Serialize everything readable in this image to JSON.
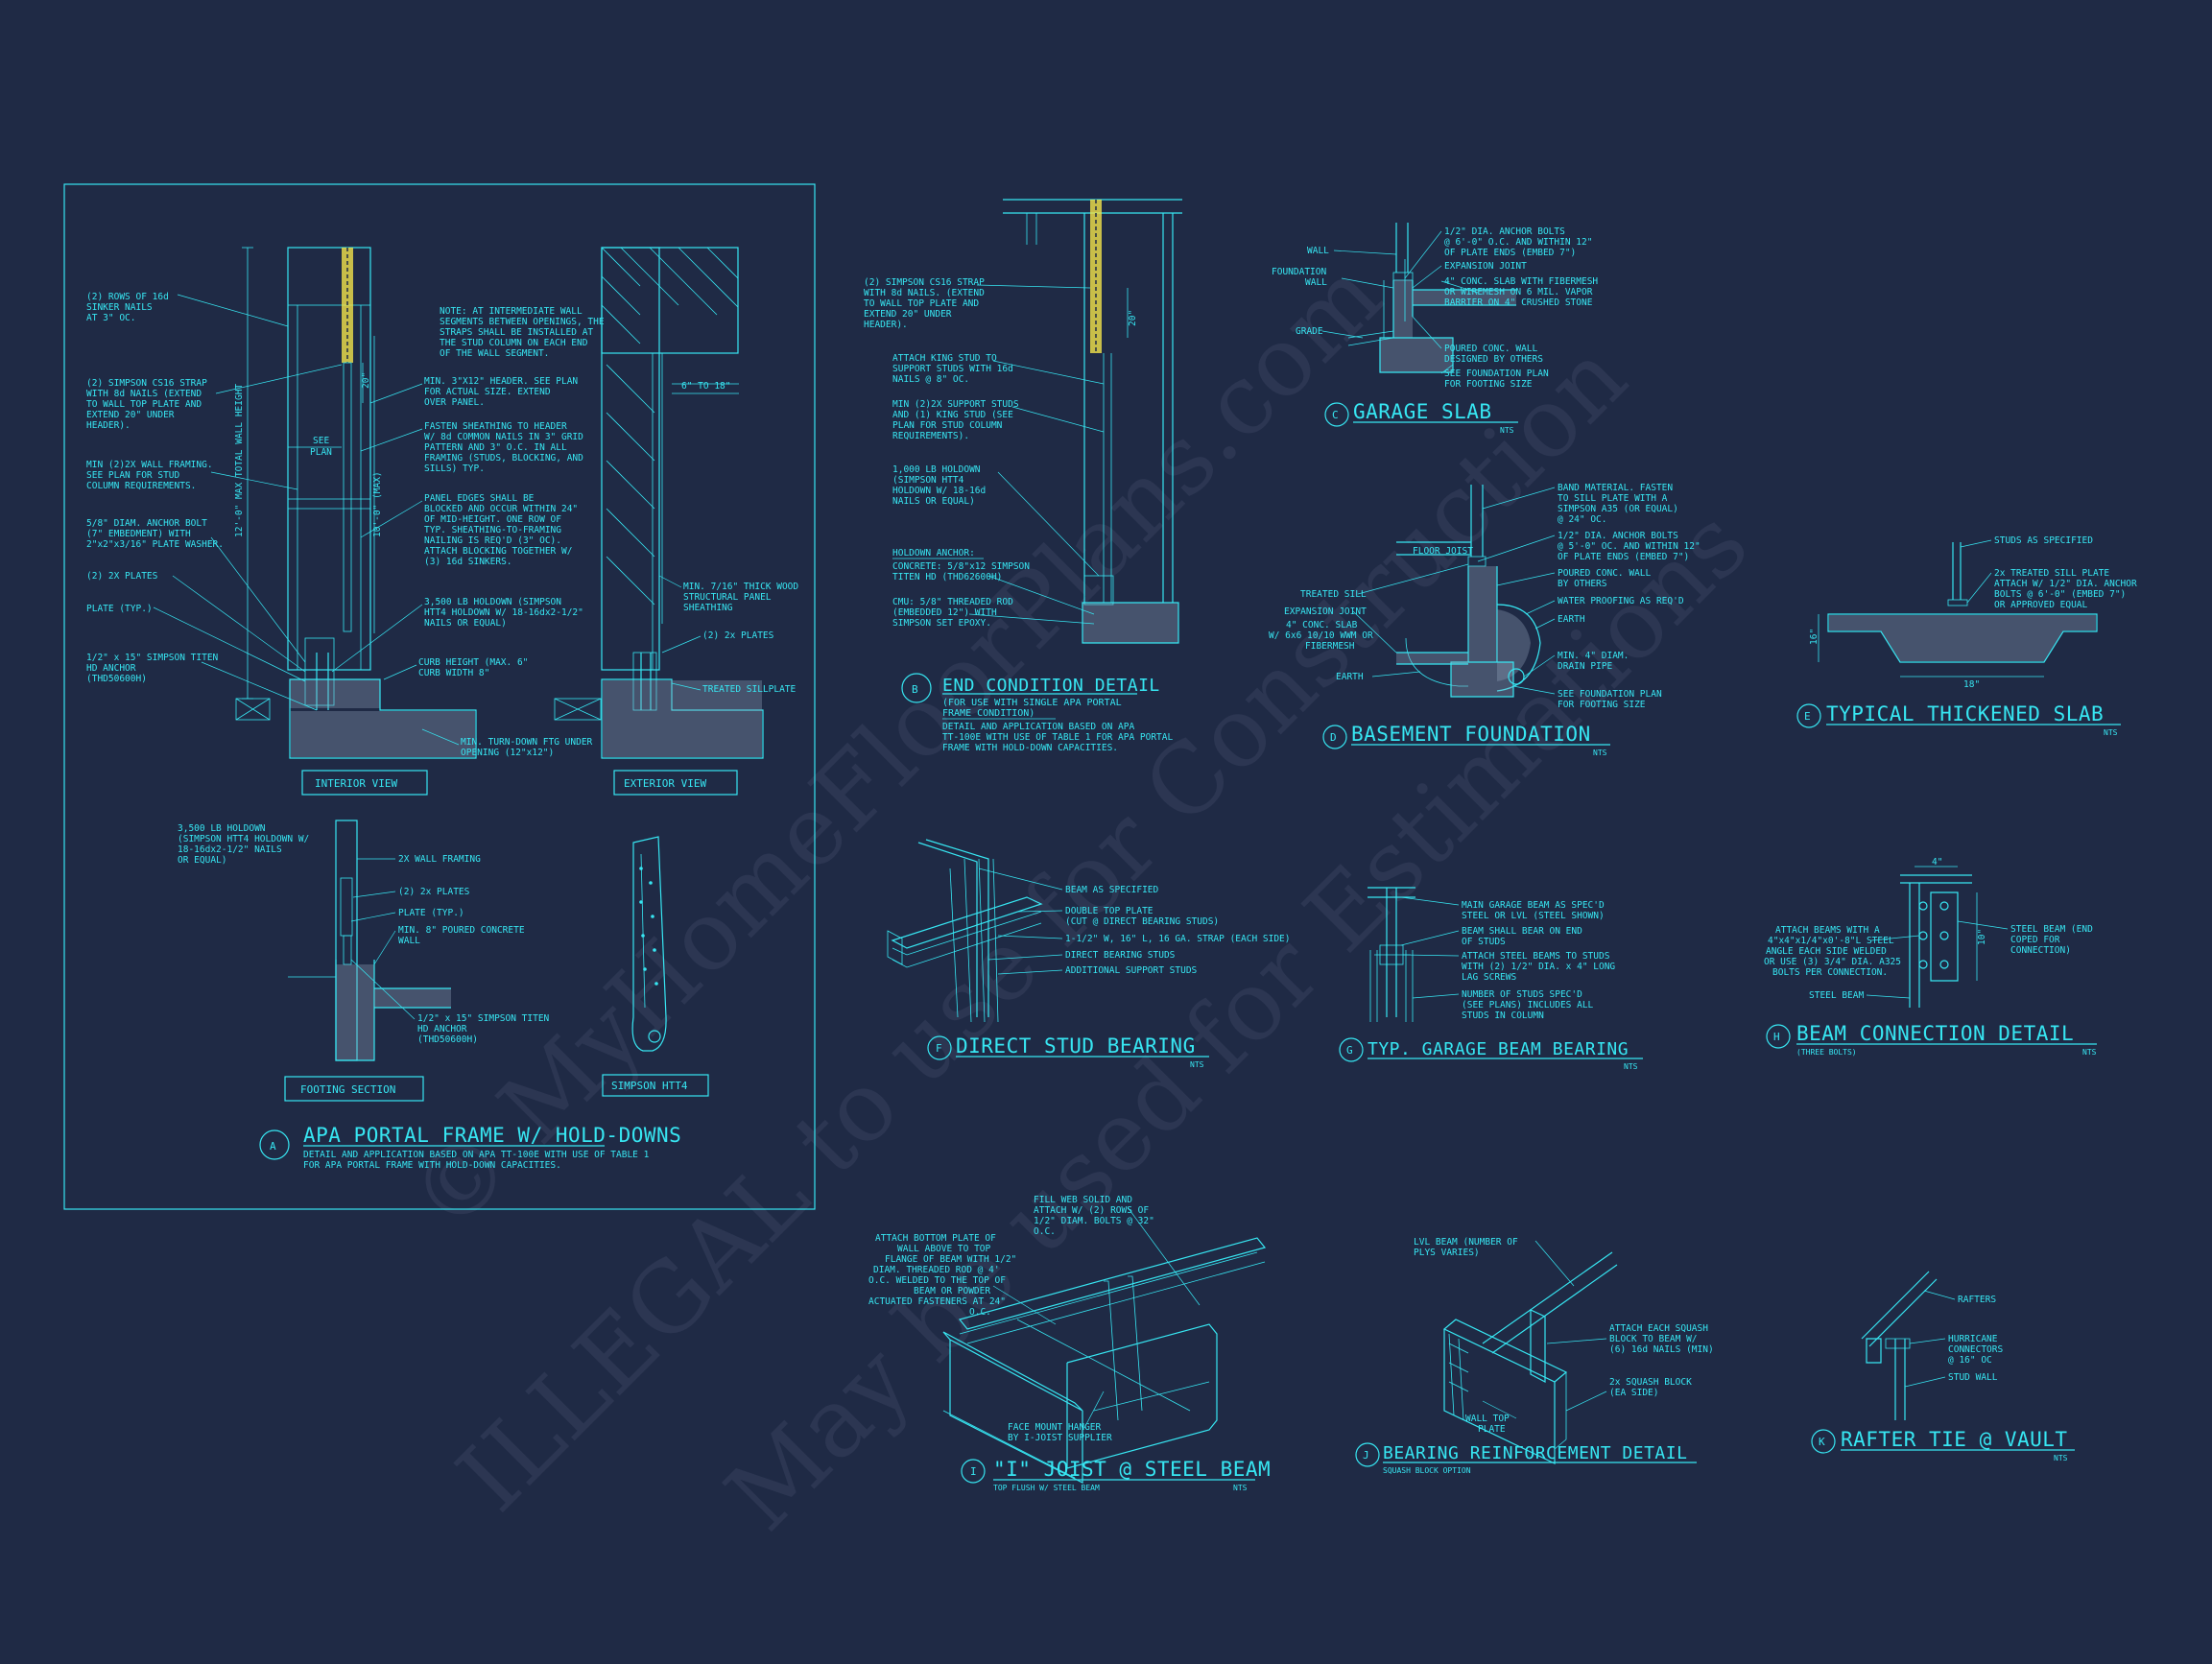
{
  "watermark": {
    "line1": "© MyHomeFloorPlans.com",
    "line2": "ILLEGAL to use for Construction",
    "line3": "May be used for Estimations"
  },
  "colors": {
    "background": "#1f2a45",
    "lines": "#37e6f2",
    "highlight": "#f2e34a",
    "watermark": "#5a6482"
  },
  "detailA": {
    "tag": "A",
    "title": "APA PORTAL FRAME W/ HOLD-DOWNS",
    "desc1": "DETAIL AND APPLICATION BASED ON APA TT-100E WITH USE OF TABLE 1",
    "desc2": "FOR APA PORTAL FRAME WITH HOLD-DOWN CAPACITIES.",
    "views": [
      "INTERIOR VIEW",
      "EXTERIOR VIEW",
      "FOOTING SECTION",
      "SIMPSON HTT4"
    ],
    "notes_left": [
      "(2) ROWS OF 16d",
      "SINKER NAILS",
      "AT 3\" OC.",
      "(2) SIMPSON CS16 STRAP",
      "WITH 8d NAILS (EXTEND",
      "TO WALL TOP PLATE AND",
      "EXTEND 20\" UNDER",
      "HEADER).",
      "MIN (2)2X WALL FRAMING.",
      "SEE PLAN FOR STUD",
      "COLUMN REQUIREMENTS.",
      "5/8\" DIAM. ANCHOR BOLT",
      "(7\" EMBEDMENT) WITH",
      "2\"x2\"x3/16\" PLATE WASHER.",
      "(2) 2X PLATES",
      "PLATE (TYP.)",
      "1/2\" x 15\" SIMPSON TITEN",
      "HD ANCHOR",
      "(THD50600H)"
    ],
    "notes_mid": [
      "NOTE: AT INTERMEDIATE WALL",
      "SEGMENTS BETWEEN OPENINGS, THE",
      "STRAPS SHALL BE INSTALLED AT",
      "THE STUD COLUMN ON EACH END",
      "OF THE WALL SEGMENT.",
      "MIN. 3\"X12\" HEADER. SEE PLAN",
      "FOR ACTUAL SIZE. EXTEND",
      "OVER PANEL.",
      "FASTEN SHEATHING TO HEADER",
      "W/ 8d COMMON NAILS IN 3\" GRID",
      "PATTERN AND 3\" O.C. IN ALL",
      "FRAMING (STUDS, BLOCKING, AND",
      "SILLS) TYP.",
      "PANEL EDGES SHALL BE",
      "BLOCKED AND OCCUR WITHIN 24\"",
      "OF MID-HEIGHT. ONE ROW OF",
      "TYP. SHEATHING-TO-FRAMING",
      "NAILING IS REQ'D (3\" OC).",
      "ATTACH BLOCKING TOGETHER W/",
      "(3) 16d SINKERS.",
      "3,500 LB HOLDOWN (SIMPSON",
      "HTT4 HOLDOWN W/ 18-16dx2-1/2\"",
      "NAILS OR EQUAL)",
      "CURB HEIGHT (MAX. 6\"",
      "CURB WIDTH 8\"",
      "MIN. TURN-DOWN FTG UNDER",
      "OPENING (12\"x12\")"
    ],
    "notes_right": [
      "6\" TO 18\"",
      "MIN. 7/16\" THICK WOOD",
      "STRUCTURAL PANEL",
      "SHEATHING",
      "(2) 2x PLATES",
      "TREATED SILLPLATE"
    ],
    "dims": [
      "12'-0\" MAX TOTAL WALL HEIGHT",
      "10'-0\" (MAX)",
      "20\"",
      "SEE",
      "PLAN"
    ],
    "footing_notes": [
      "3,500 LB HOLDOWN",
      "(SIMPSON HTT4 HOLDOWN W/",
      "18-16dx2-1/2\" NAILS",
      "OR EQUAL)",
      "2X WALL FRAMING",
      "(2) 2x PLATES",
      "PLATE (TYP.)",
      "MIN. 8\" POURED CONCRETE",
      "WALL",
      "1/2\" x 15\" SIMPSON TITEN",
      "HD ANCHOR",
      "(THD50600H)"
    ]
  },
  "detailB": {
    "tag": "B",
    "title": "END CONDITION DETAIL",
    "sub1": "(FOR USE WITH SINGLE APA PORTAL",
    "sub2": "FRAME CONDITION)",
    "desc1": "DETAIL AND APPLICATION BASED ON APA",
    "desc2": "TT-100E WITH USE OF TABLE 1 FOR APA PORTAL",
    "desc3": "FRAME WITH HOLD-DOWN CAPACITIES.",
    "notes": [
      "(2) SIMPSON CS16 STRAP",
      "WITH 8d NAILS. (EXTEND",
      "TO WALL TOP PLATE AND",
      "EXTEND 20\" UNDER",
      "HEADER).",
      "ATTACH KING STUD TO",
      "SUPPORT STUDS WITH 16d",
      "NAILS @ 8\" OC.",
      "MIN (2)2X SUPPORT STUDS",
      "AND (1) KING STUD (SEE",
      "PLAN FOR STUD COLUMN",
      "REQUIREMENTS).",
      "1,000 LB HOLDOWN",
      "(SIMPSON HTT4",
      "HOLDOWN W/ 18-16d",
      "NAILS OR EQUAL)",
      "HOLDOWN ANCHOR:",
      "CONCRETE: 5/8\"x12 SIMPSON",
      "TITEN HD (THD62600H)",
      "CMU: 5/8\" THREADED ROD",
      "(EMBEDDED 12\") WITH",
      "SIMPSON SET EPOXY."
    ],
    "dim": "20\""
  },
  "detailC": {
    "tag": "C",
    "title": "GARAGE SLAB",
    "nts": "NTS",
    "labels_left": [
      "WALL",
      "FOUNDATION",
      "WALL",
      "GRADE"
    ],
    "notes": [
      "1/2\" DIA. ANCHOR BOLTS",
      "@ 6'-0\" O.C. AND WITHIN 12\"",
      "OF PLATE ENDS (EMBED 7\")",
      "EXPANSION JOINT",
      "4\" CONC. SLAB WITH FIBERMESH",
      "OR WIREMESH ON 6 MIL. VAPOR",
      "BARRIER ON 4\" CRUSHED STONE",
      "POURED CONC. WALL",
      "DESIGNED BY OTHERS",
      "SEE FOUNDATION PLAN",
      "FOR FOOTING SIZE"
    ]
  },
  "detailD": {
    "tag": "D",
    "title": "BASEMENT FOUNDATION",
    "nts": "NTS",
    "labels_left": [
      "FLOOR JOIST",
      "TREATED SILL",
      "EXPANSION JOINT",
      "4\" CONC. SLAB",
      "W/ 6x6 10/10 WWM OR",
      "FIBERMESH",
      "EARTH"
    ],
    "notes": [
      "BAND MATERIAL. FASTEN",
      "TO SILL PLATE WITH A",
      "SIMPSON A35 (OR EQUAL)",
      "@ 24\" OC.",
      "1/2\" DIA. ANCHOR BOLTS",
      "@ 5'-0\" OC. AND WITHIN 12\"",
      "OF PLATE ENDS (EMBED 7\")",
      "POURED CONC. WALL",
      "BY OTHERS",
      "WATER PROOFING AS REQ'D",
      "EARTH",
      "MIN. 4\" DIAM.",
      "DRAIN PIPE",
      "SEE FOUNDATION PLAN",
      "FOR FOOTING SIZE"
    ]
  },
  "detailE": {
    "tag": "E",
    "title": "TYPICAL THICKENED SLAB",
    "nts": "NTS",
    "notes": [
      "STUDS AS SPECIFIED",
      "2x TREATED SILL PLATE",
      "ATTACH W/ 1/2\" DIA. ANCHOR",
      "BOLTS @ 6'-0\" (EMBED 7\")",
      "OR APPROVED EQUAL"
    ],
    "dims": [
      "16\"",
      "18\""
    ]
  },
  "detailF": {
    "tag": "F",
    "title": "DIRECT STUD BEARING",
    "nts": "NTS",
    "notes": [
      "BEAM AS SPECIFIED",
      "DOUBLE TOP PLATE",
      "(CUT @ DIRECT BEARING STUDS)",
      "1-1/2\" W, 16\" L, 16 GA. STRAP (EACH SIDE)",
      "DIRECT BEARING STUDS",
      "ADDITIONAL SUPPORT STUDS"
    ]
  },
  "detailG": {
    "tag": "G",
    "title": "TYP. GARAGE BEAM BEARING",
    "nts": "NTS",
    "notes": [
      "MAIN GARAGE BEAM AS SPEC'D",
      "STEEL OR LVL (STEEL SHOWN)",
      "BEAM SHALL BEAR ON END",
      "OF STUDS",
      "ATTACH STEEL BEAMS TO STUDS",
      "WITH (2) 1/2\" DIA. x 4\" LONG",
      "LAG SCREWS",
      "NUMBER OF STUDS SPEC'D",
      "(SEE PLANS) INCLUDES ALL",
      "STUDS IN COLUMN"
    ]
  },
  "detailH": {
    "tag": "H",
    "title": "BEAM CONNECTION DETAIL",
    "sub": "(THREE BOLTS)",
    "nts": "NTS",
    "notes_left": [
      "ATTACH BEAMS WITH A",
      "4\"x4\"x1/4\"x0'-8\"L STEEL",
      "ANGLE EACH SIDE WELDED",
      "OR USE (3) 3/4\" DIA. A325",
      "BOLTS PER CONNECTION.",
      "STEEL BEAM"
    ],
    "notes_right": [
      "STEEL BEAM (END",
      "COPED FOR",
      "CONNECTION)"
    ],
    "dims": [
      "4\"",
      "10\""
    ]
  },
  "detailI": {
    "tag": "I",
    "title": "\"I\" JOIST @ STEEL BEAM",
    "sub": "TOP FLUSH W/ STEEL BEAM",
    "nts": "NTS",
    "notes_left": [
      "ATTACH BOTTOM PLATE OF",
      "WALL ABOVE TO TOP",
      "FLANGE OF BEAM WITH 1/2\"",
      "DIAM. THREADED ROD @ 4'",
      "O.C. WELDED TO THE TOP OF",
      "BEAM OR POWDER",
      "ACTUATED FASTENERS AT 24\"",
      "O.C."
    ],
    "notes_top": [
      "FILL WEB SOLID AND",
      "ATTACH W/ (2) ROWS OF",
      "1/2\" DIAM. BOLTS @ 32\"",
      "O.C."
    ],
    "notes_bottom": [
      "FACE MOUNT HANGER",
      "BY I-JOIST SUPPLIER"
    ]
  },
  "detailJ": {
    "tag": "J",
    "title": "BEARING REINFORCEMENT DETAIL",
    "sub": "SQUASH BLOCK OPTION",
    "notes": [
      "LVL BEAM (NUMBER OF",
      "PLYS VARIES)",
      "ATTACH EACH SQUASH",
      "BLOCK TO BEAM W/",
      "(6) 16d NAILS (MIN)",
      "2x SQUASH BLOCK",
      "(EA SIDE)",
      "WALL TOP",
      "PLATE"
    ]
  },
  "detailK": {
    "tag": "K",
    "title": "RAFTER TIE @ VAULT",
    "nts": "NTS",
    "notes": [
      "RAFTERS",
      "HURRICANE",
      "CONNECTORS",
      "@ 16\" OC",
      "STUD WALL"
    ]
  }
}
